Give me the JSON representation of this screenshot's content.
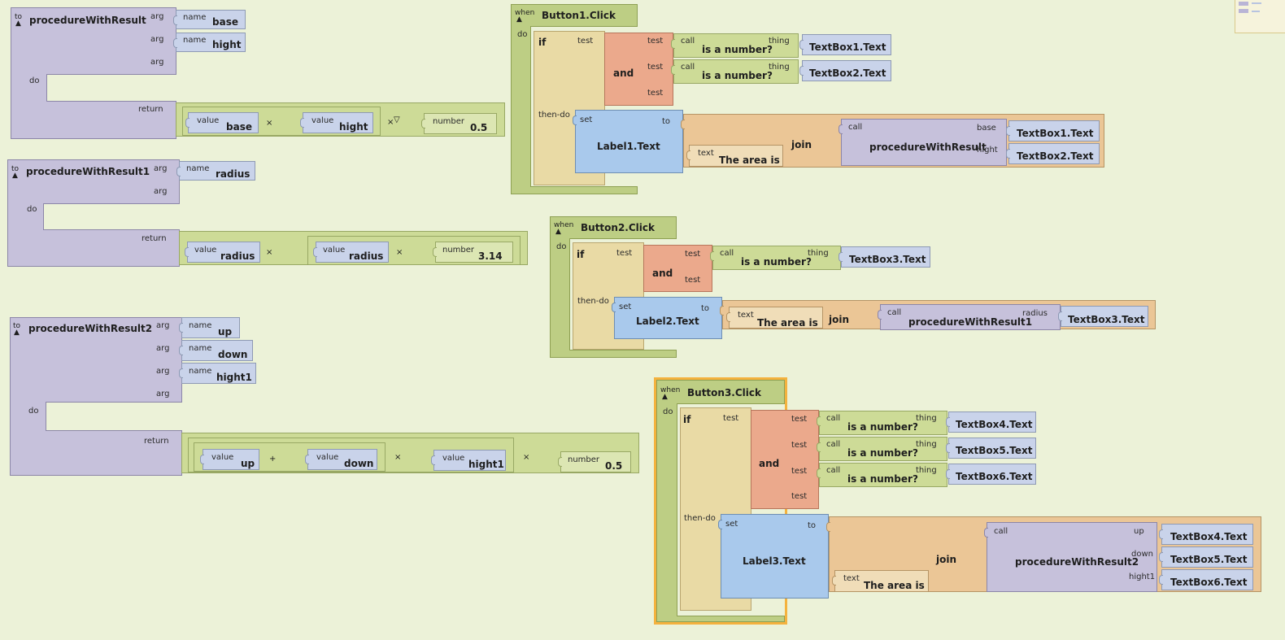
{
  "common": {
    "to": "to",
    "arg": "arg",
    "name": "name",
    "do": "do",
    "return": "return",
    "value": "value",
    "number": "number",
    "when": "when",
    "if": "if",
    "test": "test",
    "then_do": "then-do",
    "and": "and",
    "call": "call",
    "is_number": "is a number?",
    "thing": "thing",
    "set": "set",
    "to_kw": "to",
    "join": "join",
    "text": "text",
    "the_area_is": "The area is",
    "times": "×",
    "plus": "+"
  },
  "proc1": {
    "name": "procedureWithResult",
    "args": [
      "base",
      "hight"
    ],
    "ret": {
      "a": "base",
      "b": "hight",
      "dropdown": "▽",
      "num": "0.5"
    }
  },
  "proc2": {
    "name": "procedureWithResult1",
    "args": [
      "radius"
    ],
    "ret": {
      "a": "radius",
      "b": "radius",
      "num": "3.14"
    }
  },
  "proc3": {
    "name": "procedureWithResult2",
    "args": [
      "up",
      "down",
      "hight1"
    ],
    "ret": {
      "a": "up",
      "b": "down",
      "c": "hight1",
      "num": "0.5"
    }
  },
  "ev1": {
    "event": "Button1.Click",
    "tests": [
      "TextBox1.Text",
      "TextBox2.Text"
    ],
    "label": "Label1.Text",
    "call": "procedureWithResult",
    "params": [
      {
        "n": "base",
        "v": "TextBox1.Text"
      },
      {
        "n": "hight",
        "v": "TextBox2.Text"
      }
    ]
  },
  "ev2": {
    "event": "Button2.Click",
    "tests": [
      "TextBox3.Text"
    ],
    "label": "Label2.Text",
    "call": "procedureWithResult1",
    "params": [
      {
        "n": "radius",
        "v": "TextBox3.Text"
      }
    ]
  },
  "ev3": {
    "event": "Button3.Click",
    "tests": [
      "TextBox4.Text",
      "TextBox5.Text",
      "TextBox6.Text"
    ],
    "label": "Label3.Text",
    "call": "procedureWithResult2",
    "params": [
      {
        "n": "up",
        "v": "TextBox4.Text"
      },
      {
        "n": "down",
        "v": "TextBox5.Text"
      },
      {
        "n": "hight1",
        "v": "TextBox6.Text"
      }
    ]
  },
  "colors": {
    "workspace": "#ECF2D8",
    "procedure": "#C6C1DB",
    "getter": "#C9D3EA",
    "math": "#CDDB97",
    "control": "#BDCE84",
    "if": "#E9DAA5",
    "logic": "#EBA98C",
    "setter": "#A9C9EC",
    "text": "#EBC696",
    "selection": "#F4B23E"
  }
}
